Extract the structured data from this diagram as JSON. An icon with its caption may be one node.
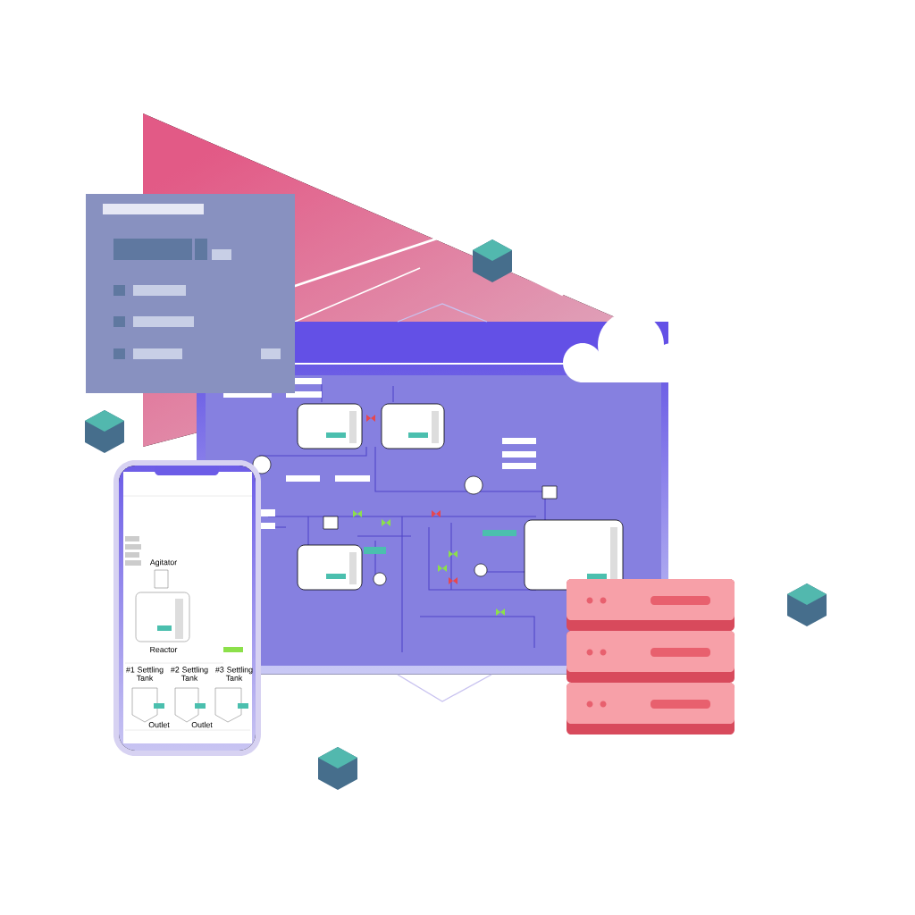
{
  "diagram": {
    "labels": [
      "Agitator",
      "Reactor",
      "#1 Settling Tank",
      "#2 Settling Tank",
      "#3 Settling Tank",
      "Outlet",
      "Outlet"
    ]
  }
}
